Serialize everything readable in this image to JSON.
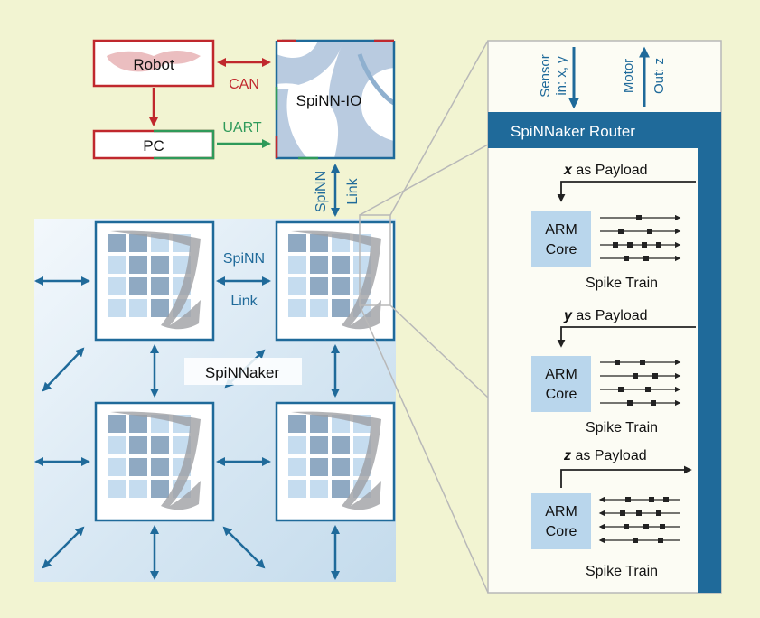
{
  "labels": {
    "robot": "Robot",
    "pc": "PC",
    "spinn_io": "SpiNN-IO",
    "can": "CAN",
    "uart": "UART",
    "spinn_vertical": "SpiNN",
    "link_vertical": "Link",
    "spinn_mid": "SpiNN",
    "link_mid": "Link",
    "spinnaker": "SpiNNaker"
  },
  "detail_panel": {
    "sensor": "Sensor",
    "sensor_in": "in: x, y",
    "motor": "Motor",
    "motor_out": "Out: z",
    "router_title": "SpiNNaker Router",
    "sections": [
      {
        "payload_var": "x",
        "payload_text": " as Payload",
        "core_line1": "ARM",
        "core_line2": "Core",
        "train_label": "Spike Train",
        "direction": "incoming"
      },
      {
        "payload_var": "y",
        "payload_text": " as Payload",
        "core_line1": "ARM",
        "core_line2": "Core",
        "train_label": "Spike Train",
        "direction": "incoming"
      },
      {
        "payload_var": "z",
        "payload_text": " as Payload",
        "core_line1": "ARM",
        "core_line2": "Core",
        "train_label": "Spike Train",
        "direction": "outgoing"
      }
    ]
  },
  "colors": {
    "background": "#f2f4d2",
    "blue": "#1f6a9a",
    "red": "#c0282d",
    "green": "#2f9a5a",
    "light_blue": "#c5dcef",
    "chip_cell": "#8fa9c2"
  }
}
